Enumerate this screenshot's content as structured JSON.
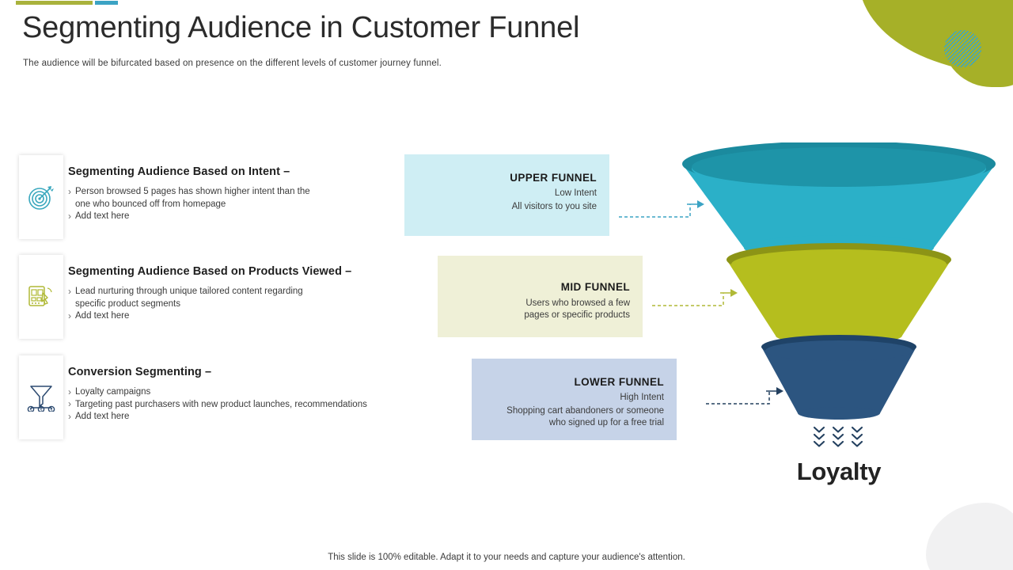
{
  "header": {
    "title": "Segmenting Audience in Customer Funnel",
    "subtitle": "The audience will be bifurcated based on presence on the different levels of customer journey funnel."
  },
  "colors": {
    "olive": "#A9B23C",
    "teal": "#3BA3C4",
    "upper_funnel_top": "#1B8A9E",
    "upper_funnel_body": "#2BB0C8",
    "mid_funnel_top": "#8C9416",
    "mid_funnel_body": "#B5BE1E",
    "lower_funnel_top": "#1F4368",
    "lower_funnel_body": "#2C5580",
    "upper_box_bg": "#CFEEF4",
    "mid_box_bg": "#EFF0D7",
    "lower_box_bg": "#C6D3E8",
    "navy": "#23405F"
  },
  "segments": [
    {
      "icon": "target-icon",
      "heading": "Segmenting Audience Based on Intent –",
      "bullets": [
        "Person browsed 5 pages has shown higher intent than the\none who bounced off from homepage",
        "Add text here"
      ]
    },
    {
      "icon": "product-browsing-icon",
      "heading": "Segmenting Audience Based on Products Viewed –",
      "bullets": [
        "Lead nurturing through unique tailored content  regarding\nspecific product segments",
        "Add text here"
      ]
    },
    {
      "icon": "conversion-funnel-money-icon",
      "heading": "Conversion Segmenting –",
      "bullets": [
        "Loyalty campaigns",
        "Targeting  past purchasers with new product launches, recommendations",
        "Add text here"
      ]
    }
  ],
  "callouts": [
    {
      "title": "UPPER FUNNEL",
      "subtitle": "Low Intent",
      "description": "All visitors to you site"
    },
    {
      "title": "MID FUNNEL",
      "subtitle": "",
      "description": "Users who browsed a few\npages or specific products"
    },
    {
      "title": "LOWER FUNNEL",
      "subtitle": "High Intent",
      "description": "Shopping cart abandoners or someone\nwho signed up for a free trial"
    }
  ],
  "funnel": {
    "loyalty_label": "Loyalty"
  },
  "footer": {
    "note": "This slide is 100% editable. Adapt it to your needs and capture your audience's attention."
  }
}
